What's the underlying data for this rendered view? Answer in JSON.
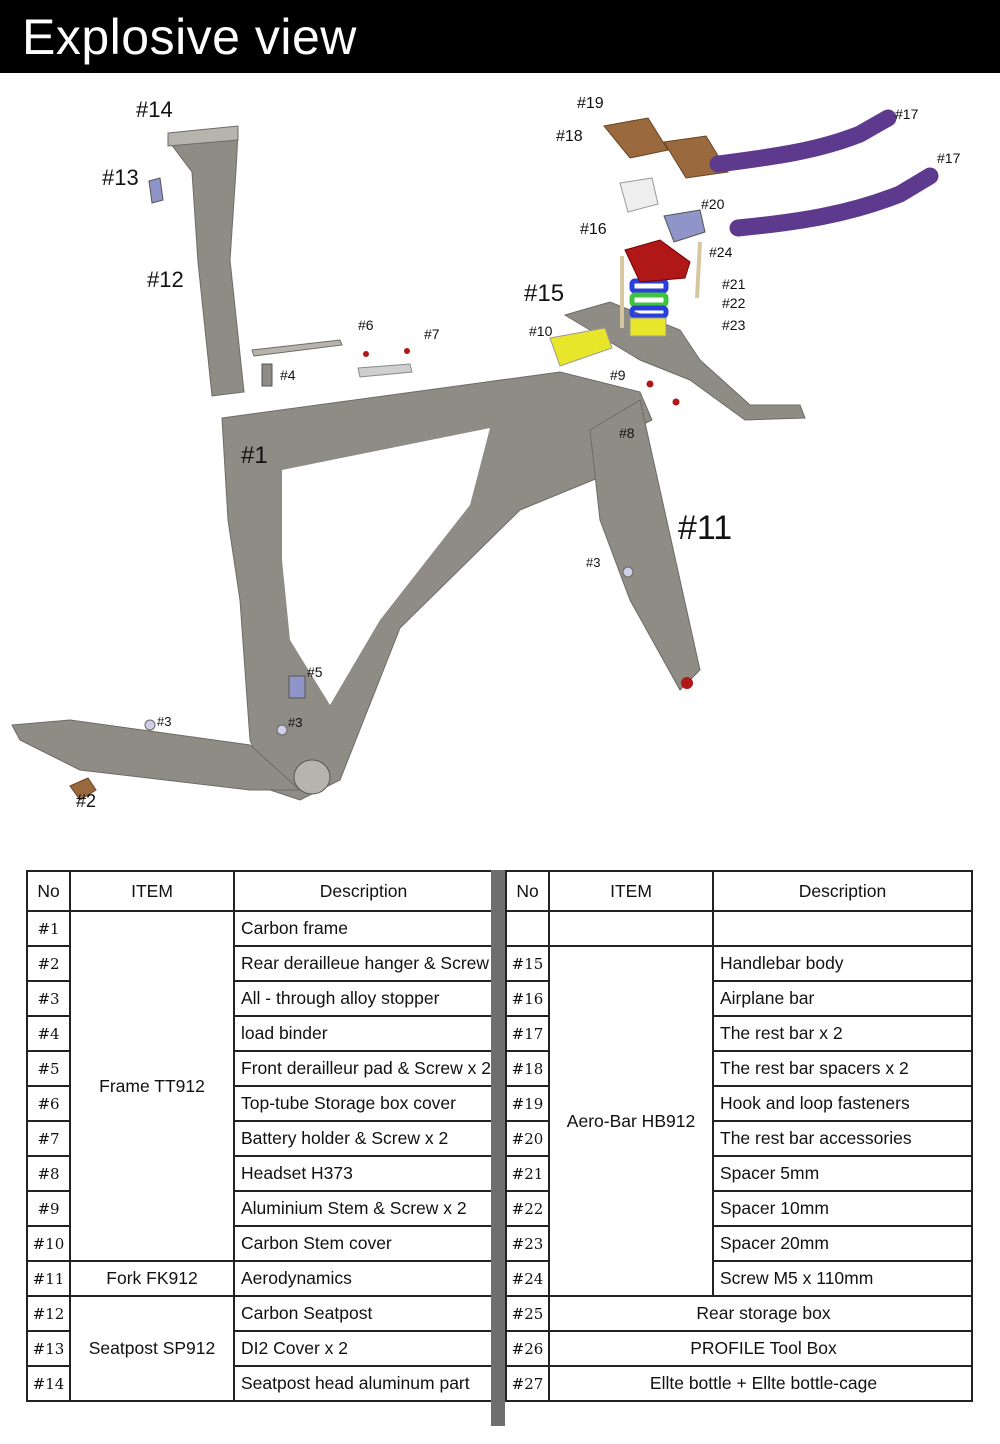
{
  "header": {
    "title": "Explosive view"
  },
  "diagram": {
    "labels": {
      "p1": "#1",
      "p2": "#2",
      "p3a": "#3",
      "p3b": "#3",
      "p3c": "#3",
      "p4": "#4",
      "p5": "#5",
      "p6": "#6",
      "p7": "#7",
      "p8": "#8",
      "p9": "#9",
      "p10": "#10",
      "p11": "#11",
      "p12": "#12",
      "p13": "#13",
      "p14": "#14",
      "p15": "#15",
      "p16": "#16",
      "p17a": "#17",
      "p17b": "#17",
      "p18": "#18",
      "p19": "#19",
      "p20": "#20",
      "p21": "#21",
      "p22": "#22",
      "p23": "#23",
      "p24": "#24"
    },
    "colors": {
      "frame": "#8f8c86",
      "frame_light": "#b7b4ae",
      "purple": "#5e3a8e",
      "brown": "#9a6a3e",
      "red": "#b01717",
      "yellow": "#e8e62a",
      "green": "#3fc43f",
      "blue": "#2a3fd8",
      "lavender": "#8f95c8"
    }
  },
  "table": {
    "headers": {
      "no": "No",
      "item": "ITEM",
      "desc": "Description"
    },
    "left": {
      "groups": {
        "frame": "Frame TT912",
        "fork": "Fork FK912",
        "seatpost": "Seatpost SP912"
      },
      "rows": [
        {
          "no": "#1",
          "desc": "Carbon frame"
        },
        {
          "no": "#2",
          "desc": "Rear derailleue hanger & Screw"
        },
        {
          "no": "#3",
          "desc": "All - through alloy stopper"
        },
        {
          "no": "#4",
          "desc": "load binder"
        },
        {
          "no": "#5",
          "desc": "Front derailleur pad & Screw x 2"
        },
        {
          "no": "#6",
          "desc": "Top-tube Storage box cover"
        },
        {
          "no": "#7",
          "desc": "Battery holder & Screw x 2"
        },
        {
          "no": "#8",
          "desc": "Headset H373"
        },
        {
          "no": "#9",
          "desc": "Aluminium Stem & Screw x 2"
        },
        {
          "no": "#10",
          "desc": "Carbon Stem cover"
        },
        {
          "no": "#11",
          "desc": "Aerodynamics"
        },
        {
          "no": "#12",
          "desc": "Carbon Seatpost"
        },
        {
          "no": "#13",
          "desc": "DI2 Cover x 2"
        },
        {
          "no": "#14",
          "desc": "Seatpost head aluminum part"
        }
      ]
    },
    "right": {
      "groups": {
        "aero": "Aero-Bar HB912"
      },
      "rows": [
        {
          "no": "",
          "desc": ""
        },
        {
          "no": "#15",
          "desc": "Handlebar body"
        },
        {
          "no": "#16",
          "desc": "Airplane bar"
        },
        {
          "no": "#17",
          "desc": "The rest bar x 2"
        },
        {
          "no": "#18",
          "desc": "The rest bar spacers x 2"
        },
        {
          "no": "#19",
          "desc": "Hook and loop fasteners"
        },
        {
          "no": "#20",
          "desc": "The rest bar accessories"
        },
        {
          "no": "#21",
          "desc": "Spacer 5mm"
        },
        {
          "no": "#22",
          "desc": "Spacer 10mm"
        },
        {
          "no": "#23",
          "desc": "Spacer 20mm"
        },
        {
          "no": "#24",
          "desc": "Screw M5 x 110mm"
        },
        {
          "no": "#25",
          "desc": "Rear storage box"
        },
        {
          "no": "#26",
          "desc": "PROFILE Tool Box"
        },
        {
          "no": "#27",
          "desc": "Ellte bottle + Ellte bottle-cage"
        }
      ]
    }
  }
}
